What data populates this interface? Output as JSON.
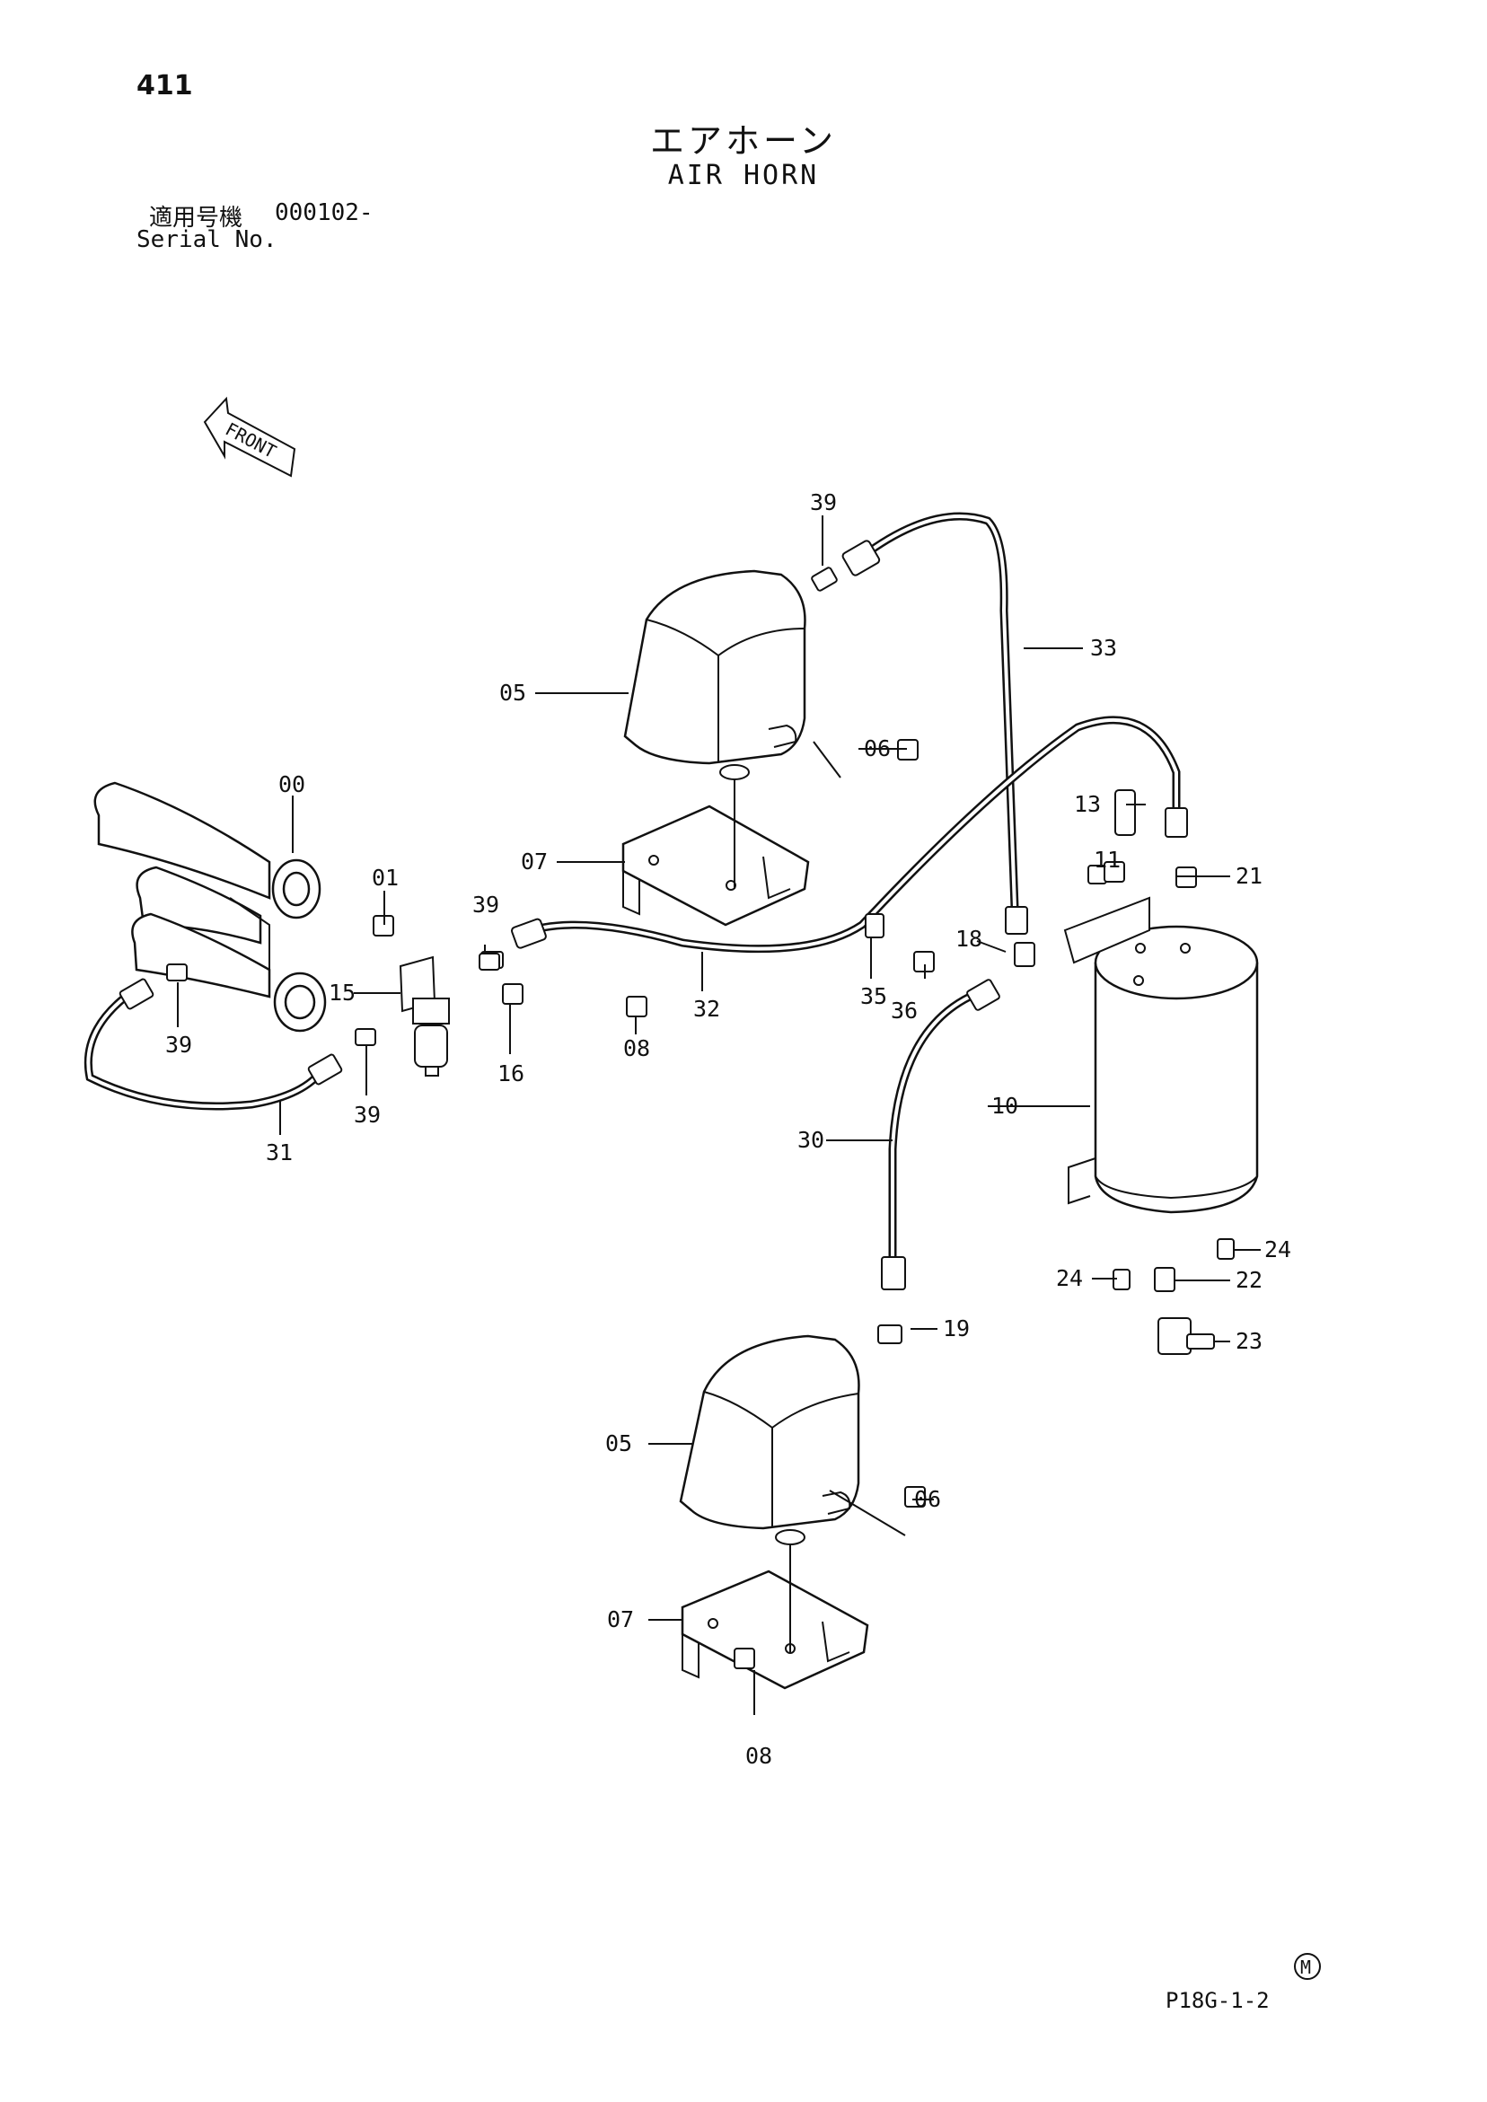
{
  "page_number": "411",
  "title_jp": "エアホーン",
  "title_en": "AIR HORN",
  "serial": {
    "label_jp": "適用号機",
    "label_en": "Serial No.",
    "value": "000102-"
  },
  "front_arrow_label": "FRONT",
  "mark": "M",
  "drawing_code": "P18G-1-2",
  "icons": [
    "front-arrow-icon",
    "m-circle-icon"
  ],
  "callouts": {
    "c00": "00",
    "c01": "01",
    "c05a": "05",
    "c05b": "05",
    "c06a": "06",
    "c06b": "06",
    "c07a": "07",
    "c07b": "07",
    "c08a": "08",
    "c08b": "08",
    "c10": "10",
    "c11": "11",
    "c13": "13",
    "c15": "15",
    "c16": "16",
    "c18": "18",
    "c19": "19",
    "c21": "21",
    "c22": "22",
    "c23": "23",
    "c24a": "24",
    "c24b": "24",
    "c30": "30",
    "c31": "31",
    "c32": "32",
    "c33": "33",
    "c35": "35",
    "c36": "36",
    "c39a": "39",
    "c39b": "39",
    "c39c": "39",
    "c39d": "39"
  }
}
